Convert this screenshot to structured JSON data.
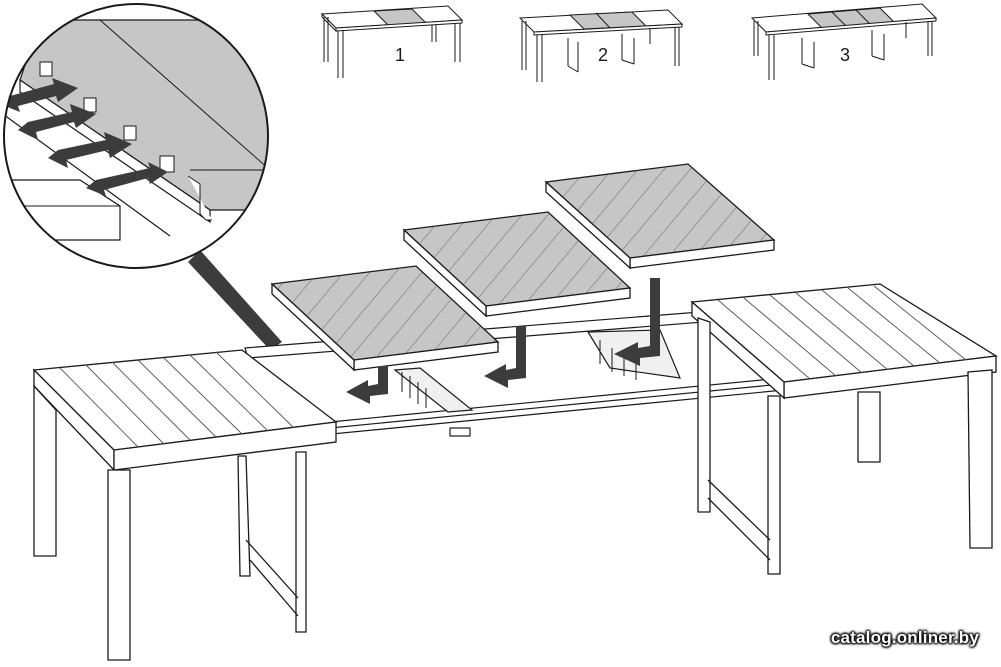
{
  "steps": [
    {
      "label": "1",
      "inserted_leaves": 1
    },
    {
      "label": "2",
      "inserted_leaves": 2
    },
    {
      "label": "3",
      "inserted_leaves": 3
    }
  ],
  "extension_leaves": 3,
  "watermark": "catalog.onliner.by",
  "colors": {
    "line": "#1a1a1a",
    "leaf_fill": "#c6c6c6",
    "slat_line": "#5a5a5a",
    "arrow_fill": "#3c3c3c",
    "background": "#ffffff"
  },
  "icons": [
    "insert-arrow",
    "slide-arrow",
    "zoom-callout"
  ]
}
